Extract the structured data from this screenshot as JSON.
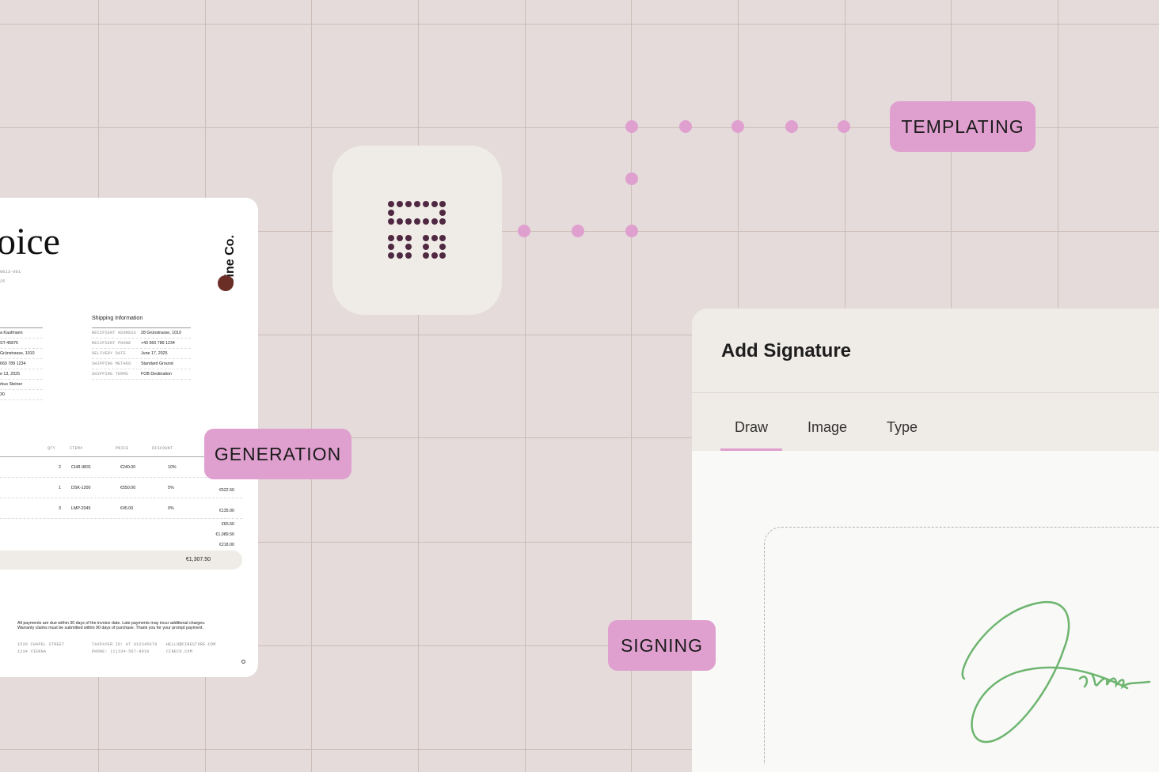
{
  "labels": {
    "templating": "TEMPLATING",
    "generation": "GENERATION",
    "signing": "SIGNING"
  },
  "colors": {
    "background": "#e4dbda",
    "tag": "#e0a0cf",
    "icon_dots": "#4f2842",
    "signature": "#6db56f",
    "brand": "#6b2e26"
  },
  "invoice": {
    "title": "oice",
    "number": "0013-001",
    "date": "25",
    "brand": "Cine Co.",
    "billing_values": [
      "a Kaufmann",
      "ST-45876",
      "Grünstrasse, 1010",
      "660 789 1234",
      "e 13, 2025",
      "rkus Steiner",
      "30"
    ],
    "shipping": {
      "heading": "Shipping Information",
      "rows": [
        {
          "label": "RECIPIENT ADDRESS",
          "value": "28 Grünstrasse, 1010"
        },
        {
          "label": "RECIPIENT PHONE",
          "value": "+43 660 789 1234"
        },
        {
          "label": "DELIVERY DATE",
          "value": "June 17, 2025"
        },
        {
          "label": "SHIPPING METHOD",
          "value": "Standard Ground"
        },
        {
          "label": "SHIPPING TERMS",
          "value": "FOB Destination"
        }
      ]
    },
    "table": {
      "headers": [
        "QTY",
        "ITEM#",
        "PRICE",
        "DISCOUNT"
      ],
      "rows": [
        {
          "qty": "2",
          "item": "CHR-9831",
          "price": "€240.00",
          "discount": "10%",
          "total": ""
        },
        {
          "qty": "1",
          "item": "DSK-1200",
          "price": "€550.00",
          "discount": "5%",
          "total": "€522.50"
        },
        {
          "qty": "3",
          "item": "LMP-2045",
          "price": "€45.00",
          "discount": "0%",
          "total": "€135.00"
        }
      ]
    },
    "summary": [
      "€65.50",
      "€1,089.50",
      "€218.00"
    ],
    "grand_total": "€1,307.50",
    "note": [
      "All payments are due within 30 days of the invoice date. Late payments may incur additional charges.",
      "Warranty claims must be submitted within 90 days of purchase. Thank you for your prompt payment."
    ],
    "footer": [
      [
        "1520 CHAPEL STREET",
        "1234 VIENNA"
      ],
      [
        "TAXPAYER ID: AT U12345678",
        "PHONE: (1)234-567-8910"
      ],
      [
        "HELLO@CINESTORE.COM",
        "CINECO.COM"
      ]
    ]
  },
  "signature_panel": {
    "title": "Add Signature",
    "tabs": [
      "Draw",
      "Image",
      "Type"
    ],
    "active_tab": "Draw",
    "signature_text": "Jimi"
  }
}
